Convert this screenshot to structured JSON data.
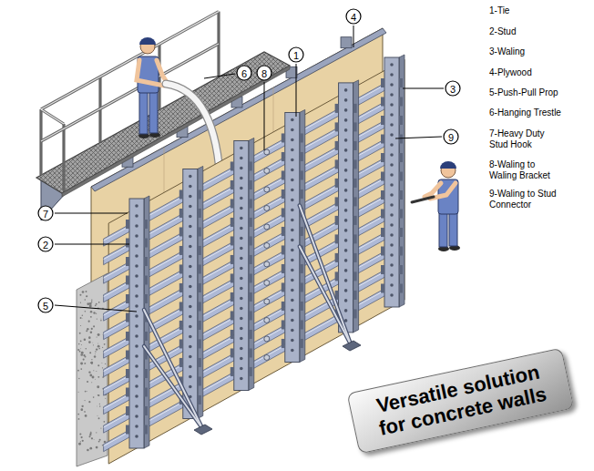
{
  "diagram": {
    "nodes": [
      {
        "text": [
          "4"
        ]
      },
      {
        "text": [
          "1"
        ]
      },
      {
        "text": [
          "6"
        ]
      },
      {
        "text": [
          "8"
        ]
      },
      {
        "text": [
          "3"
        ]
      },
      {
        "text": [
          "9"
        ]
      },
      {
        "text": [
          "7"
        ]
      },
      {
        "text": [
          "2"
        ]
      },
      {
        "text": [
          "5"
        ]
      },
      {
        "text": [
          "Versatile solution for concrete walls"
        ]
      }
    ],
    "labels": [
      "1-Tie",
      "2-Stud",
      "3-Waling",
      "4-Plywood",
      "5-Push-Pull Prop",
      "6-Hanging Trestle",
      "7-Heavy Duty Stud Hook",
      "8-Waling to Waling Bracket",
      "9-Waling to Stud Connector"
    ]
  }
}
